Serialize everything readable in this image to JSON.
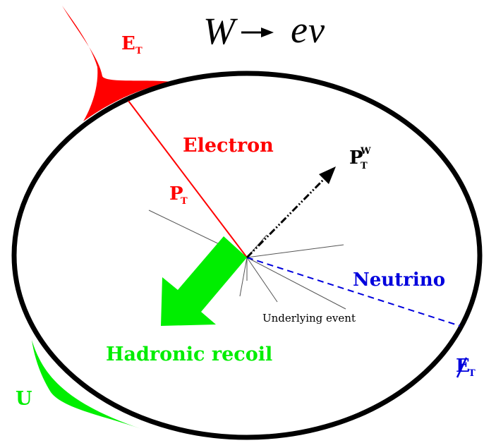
{
  "title": {
    "W": "W",
    "arrow": "→",
    "e": "e",
    "nu": "ν"
  },
  "labels": {
    "et_main": "E",
    "et_sub": "T",
    "electron": "Electron",
    "pt_main": "P",
    "pt_sub": "T",
    "ptw_main": "P",
    "ptw_sub": "T",
    "ptw_sup": "W",
    "neutrino": "Neutrino",
    "underlying": "Underlying event",
    "hadronic": "Hadronic recoil",
    "met_main": "E",
    "met_sub": "T",
    "u": "U"
  },
  "colors": {
    "electron": "#ff0000",
    "neutrino": "#0000dd",
    "recoil": "#00ee00",
    "detector": "#000000",
    "tracks": "#555555",
    "w_vector": "#000000"
  }
}
